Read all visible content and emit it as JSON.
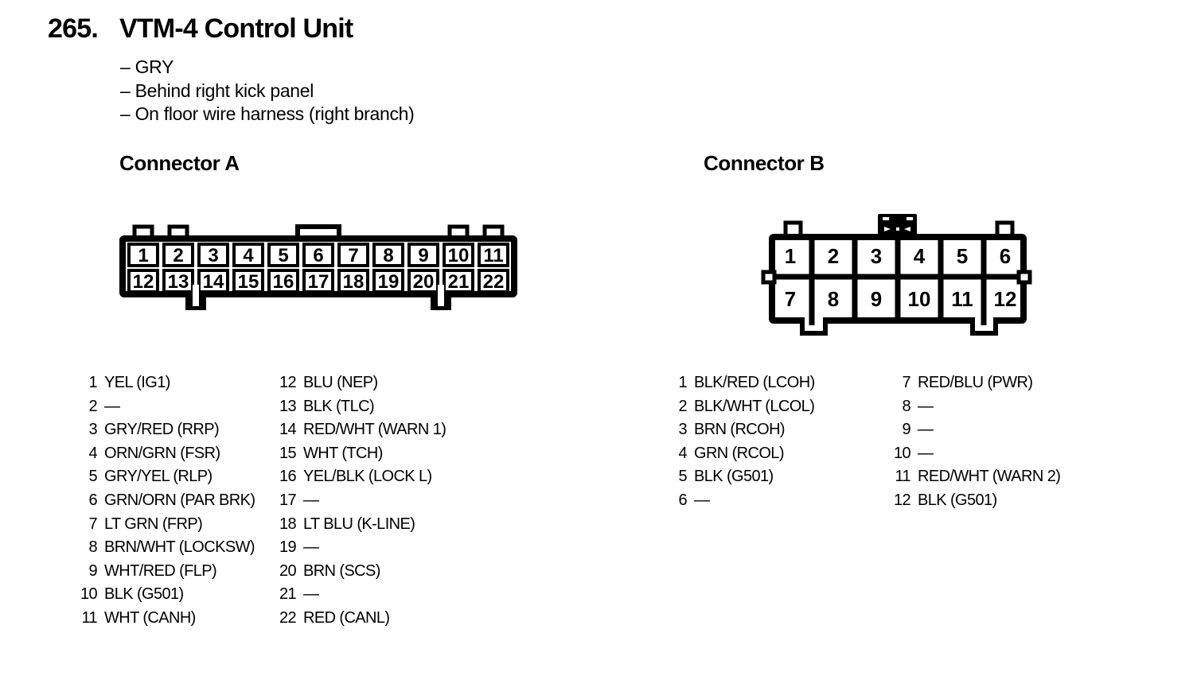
{
  "page": {
    "number": "265.",
    "title": "VTM-4 Control Unit",
    "notes": [
      "– GRY",
      "– Behind right kick panel",
      "– On floor wire harness (right branch)"
    ]
  },
  "colors": {
    "ink": "#000000",
    "paper": "#ffffff"
  },
  "connector_a": {
    "heading": "Connector A",
    "diagram_rows": [
      [
        "1",
        "2",
        "3",
        "4",
        "5",
        "6",
        "7",
        "8",
        "9",
        "10",
        "11"
      ],
      [
        "12",
        "13",
        "14",
        "15",
        "16",
        "17",
        "18",
        "19",
        "20",
        "21",
        "22"
      ]
    ],
    "list_split": 11,
    "pin_list": [
      {
        "pin": "1",
        "label": "YEL (IG1)"
      },
      {
        "pin": "2",
        "label": "—"
      },
      {
        "pin": "3",
        "label": "GRY/RED (RRP)"
      },
      {
        "pin": "4",
        "label": "ORN/GRN (FSR)"
      },
      {
        "pin": "5",
        "label": "GRY/YEL (RLP)"
      },
      {
        "pin": "6",
        "label": "GRN/ORN (PAR BRK)"
      },
      {
        "pin": "7",
        "label": "LT GRN (FRP)"
      },
      {
        "pin": "8",
        "label": "BRN/WHT (LOCKSW)"
      },
      {
        "pin": "9",
        "label": "WHT/RED (FLP)"
      },
      {
        "pin": "10",
        "label": "BLK (G501)"
      },
      {
        "pin": "11",
        "label": "WHT (CANH)"
      },
      {
        "pin": "12",
        "label": "BLU (NEP)"
      },
      {
        "pin": "13",
        "label": "BLK (TLC)"
      },
      {
        "pin": "14",
        "label": "RED/WHT (WARN 1)"
      },
      {
        "pin": "15",
        "label": "WHT (TCH)"
      },
      {
        "pin": "16",
        "label": "YEL/BLK (LOCK L)"
      },
      {
        "pin": "17",
        "label": "—"
      },
      {
        "pin": "18",
        "label": "LT BLU (K-LINE)"
      },
      {
        "pin": "19",
        "label": "—"
      },
      {
        "pin": "20",
        "label": "BRN (SCS)"
      },
      {
        "pin": "21",
        "label": "—"
      },
      {
        "pin": "22",
        "label": "RED (CANL)"
      }
    ]
  },
  "connector_b": {
    "heading": "Connector B",
    "diagram_rows": [
      [
        "1",
        "2",
        "3",
        "4",
        "5",
        "6"
      ],
      [
        "7",
        "8",
        "9",
        "10",
        "11",
        "12"
      ]
    ],
    "list_split": 6,
    "pin_list": [
      {
        "pin": "1",
        "label": "BLK/RED (LCOH)"
      },
      {
        "pin": "2",
        "label": "BLK/WHT (LCOL)"
      },
      {
        "pin": "3",
        "label": "BRN (RCOH)"
      },
      {
        "pin": "4",
        "label": "GRN (RCOL)"
      },
      {
        "pin": "5",
        "label": "BLK (G501)"
      },
      {
        "pin": "6",
        "label": "—"
      },
      {
        "pin": "7",
        "label": "RED/BLU (PWR)"
      },
      {
        "pin": "8",
        "label": "—"
      },
      {
        "pin": "9",
        "label": "—"
      },
      {
        "pin": "10",
        "label": "—"
      },
      {
        "pin": "11",
        "label": "RED/WHT (WARN 2)"
      },
      {
        "pin": "12",
        "label": "BLK (G501)"
      }
    ]
  }
}
